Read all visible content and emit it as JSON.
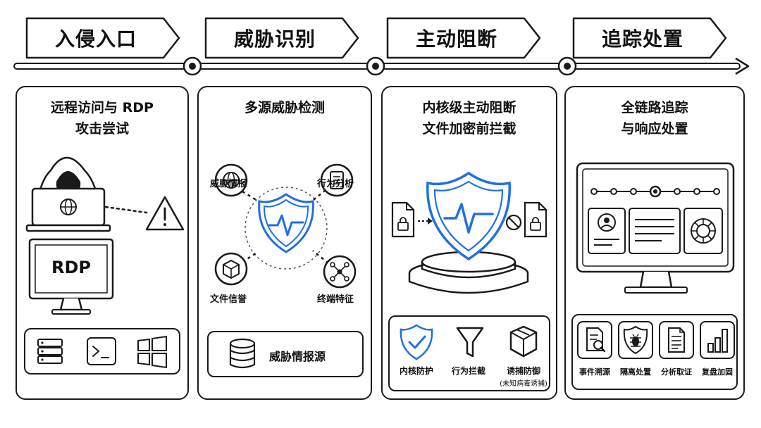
{
  "stages": [
    "入侵入口",
    "威胁识别",
    "主动阻断",
    "追踪处置"
  ],
  "panel1": {
    "title_line1": "远程访问与 RDP",
    "title_line2": "攻击尝试",
    "monitor_label": "RDP"
  },
  "panel2": {
    "title": "多源威胁检测",
    "node_threat_intel": "威胁情报",
    "node_behavior": "行为分析",
    "node_file_rep": "文件信誉",
    "node_terminal": "终端特征",
    "source_label": "威胁情报源"
  },
  "panel3": {
    "title_line1": "内核级主动阻断",
    "title_line2": "文件加密前拦截",
    "item_kernel": "内核防护",
    "item_behavior": "行为拦截",
    "item_trap": "诱捕防御",
    "item_trap_sub": "(未知病毒诱捕)"
  },
  "panel4": {
    "title_line1": "全链路追踪",
    "title_line2": "与响应处置",
    "tool_trace": "事件溯源",
    "tool_isolate": "隔离处置",
    "tool_forensic": "分析取证",
    "tool_review": "复盘加固"
  },
  "colors": {
    "accent": "#1f6fe6",
    "line": "#1a1a1a",
    "gray": "#d9d9d9"
  }
}
